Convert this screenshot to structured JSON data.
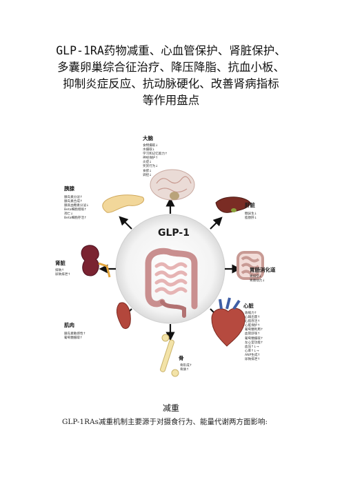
{
  "title_lines": [
    "GLP-1RA药物减重、心血管保护、肾脏保护、",
    "多囊卵巢综合征治疗、降压降脂、抗血小板、",
    "抑制炎症反应、抗动脉硬化、改善肾病指标",
    "等作用盘点"
  ],
  "figure": {
    "center_label": "GLP-1",
    "organs": {
      "brain": {
        "name": "大脑",
        "effects": [
          "食物摄取↓",
          "水摄取↓",
          "学习和记忆能力↑",
          "神经保护↑",
          "炎症↓",
          "奖赏行为↓",
          "食欲↓",
          "调控↓"
        ]
      },
      "pancreas": {
        "name": "胰腺",
        "effects": [
          "胰岛素分泌↑",
          "胰岛素合成↑",
          "胰高血糖素分泌↓",
          "Beta细胞增殖↑",
          "凋亡↓",
          "Beta细胞存活↑"
        ]
      },
      "liver": {
        "name": "肝脏",
        "effects": [
          "糖异生↓",
          "脂肪肝↓"
        ]
      },
      "kidney": {
        "name": "肾脏",
        "effects": [
          "排钠↑",
          "尿钠排泄↑"
        ]
      },
      "gut": {
        "name": "胃肠消化道",
        "effects": [
          "胃排空↓",
          "胃肠动力↓"
        ]
      },
      "muscle": {
        "name": "肌肉",
        "effects": [
          "胰岛素敏感性↑",
          "葡萄糖摄取↑"
        ]
      },
      "heart": {
        "name": "心脏",
        "effects": [
          "收缩力↑",
          "心输出量↑",
          "心肌存活↑",
          "心脏保护↑",
          "葡萄糖利用↑",
          "血管舒张↑",
          "葡萄糖摄取↑",
          "左心室功能↑",
          "血压↑↓→",
          "心率↑↓→",
          "ANP生成↑",
          "尿钠排泄↑"
        ]
      },
      "bone": {
        "name": "骨",
        "effects": [
          "骨形成↑",
          "骨质↑"
        ]
      }
    }
  },
  "section_heading": "减重",
  "paragraph": "GLP-1RAs减重机制主要源于对摄食行为、能量代谢两方面影响:"
}
